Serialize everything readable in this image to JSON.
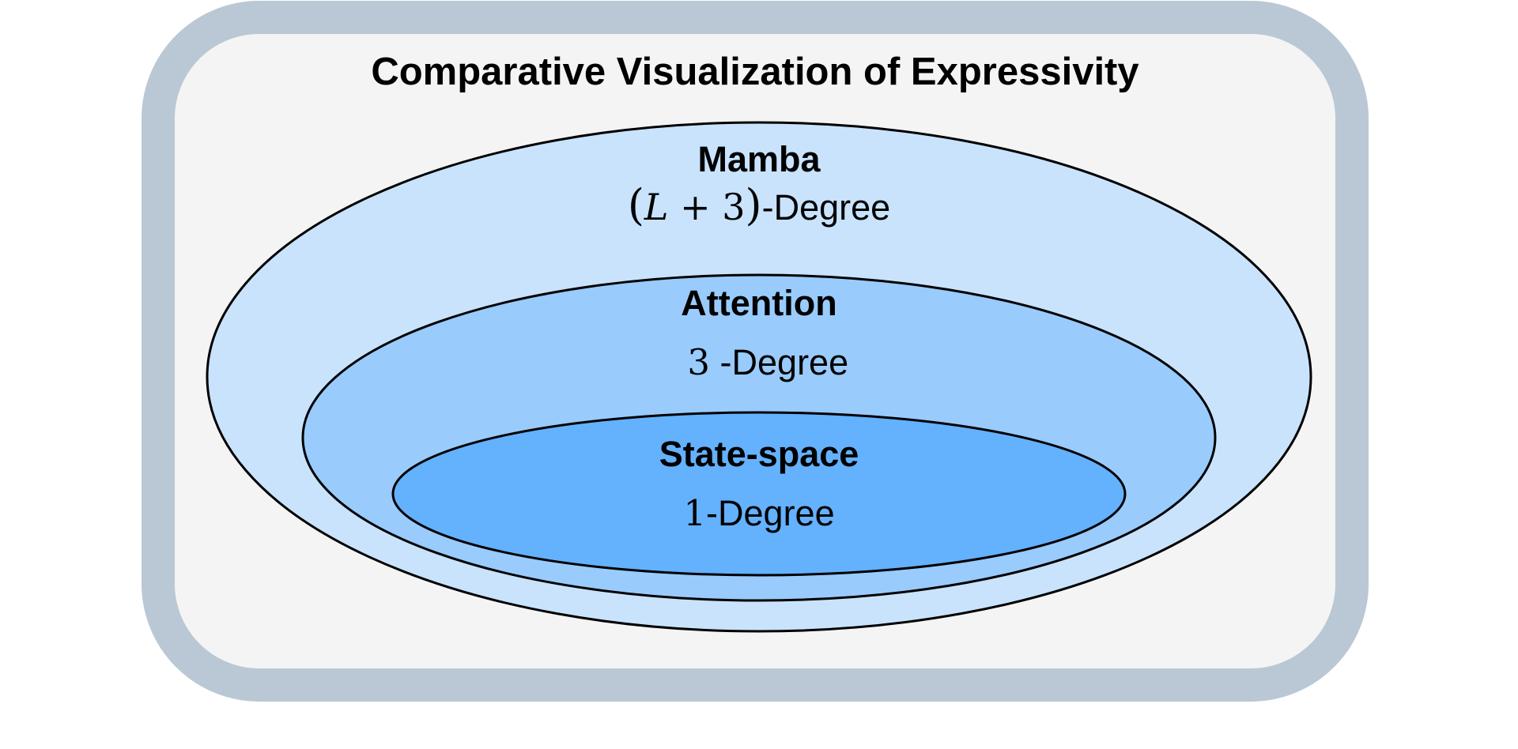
{
  "title": "Comparative Visualization of Expressivity",
  "colors": {
    "frame_border": "#b9c8d4",
    "frame_fill": "#f4f4f4",
    "mamba_fill": "#c9e3fc",
    "attention_fill": "#99cbfd",
    "state_space_fill": "#64b1fd",
    "outline": "#000000",
    "text": "#000000"
  },
  "regions": {
    "mamba": {
      "name": "Mamba",
      "degree_open_paren": "(",
      "degree_var": "L",
      "degree_operator": " + 3",
      "degree_close_paren": ")",
      "degree_suffix": "-Degree"
    },
    "attention": {
      "name": "Attention",
      "degree_number": "3",
      "degree_suffix": " -Degree"
    },
    "state_space": {
      "name": "State-space",
      "degree_number": "1",
      "degree_suffix": "-Degree"
    }
  }
}
